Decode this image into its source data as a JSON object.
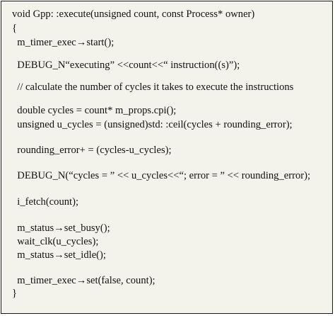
{
  "code": {
    "lines": [
      "void Gpp: :execute(unsigned count, const Process* owner)",
      "{",
      "  m_timer_exec→start();",
      "  DEBUG_N“executing” <<count<<“ instruction((s)”);",
      "  // calculate the number of cycles it takes to execute the instructions",
      "  double cycles = count* m_props.cpi();",
      "  unsigned u_cycles = (unsigned)std: :ceil(cycles + rounding_error);",
      "  rounding_error+ = (cycles-u_cycles);",
      "  DEBUG_N(“cycles = ” << u_cycles<<“; error = ” << rounding_error);",
      "  i_fetch(count);",
      "  m_status→set_busy();",
      "  wait_clk(u_cycles);",
      "  m_status→set_idle();",
      "  m_timer_exec→set(false, count);",
      "}"
    ]
  }
}
